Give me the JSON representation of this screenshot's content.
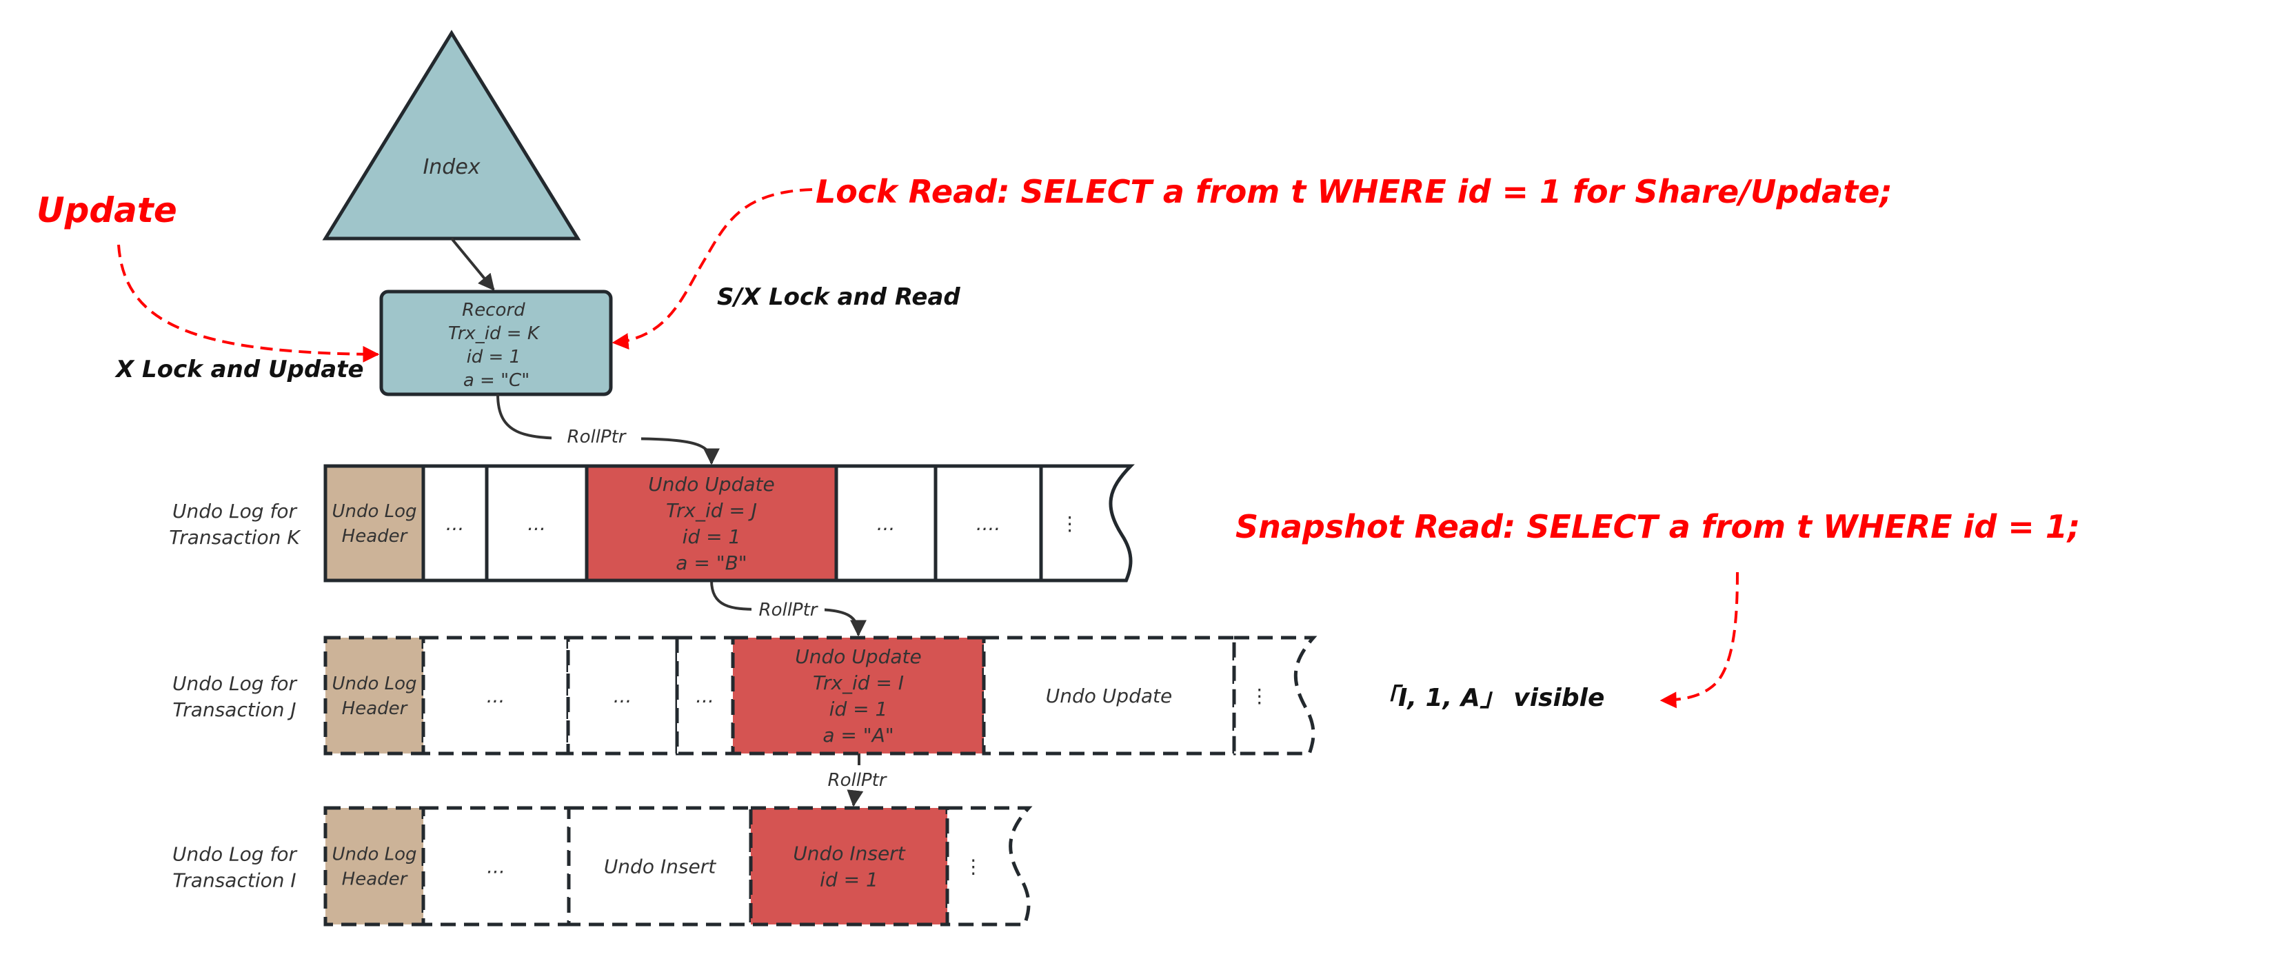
{
  "colors": {
    "index_fill": "#9fc5ca",
    "header_fill": "#ccb398",
    "undo_fill": "#d55452",
    "accent_red": "#ff0000",
    "ink": "#333333"
  },
  "index": {
    "label": "Index"
  },
  "record": {
    "lines": [
      "Record",
      "Trx_id = K",
      "id = 1",
      "a = \"C\""
    ]
  },
  "annotations": {
    "update": "Update",
    "x_lock": "X Lock and Update",
    "sx_lock": "S/X Lock and Read",
    "lock_read": "Lock Read: SELECT a from t WHERE id = 1 for Share/Update;",
    "snapshot_read": "Snapshot Read: SELECT a from t WHERE id = 1;",
    "visible": "「I, 1, A」 visible"
  },
  "rollptr_label": "RollPtr",
  "rows": [
    {
      "label": [
        "Undo Log for",
        "Transaction K"
      ],
      "style": "solid",
      "cells": [
        {
          "kind": "header",
          "lines": [
            "Undo Log",
            "Header"
          ]
        },
        {
          "kind": "plain",
          "lines": [
            "..."
          ]
        },
        {
          "kind": "plain",
          "lines": [
            "..."
          ]
        },
        {
          "kind": "undo",
          "lines": [
            "Undo Update",
            "Trx_id = J",
            "id = 1",
            "a = \"B\""
          ]
        },
        {
          "kind": "plain",
          "lines": [
            "..."
          ]
        },
        {
          "kind": "plain",
          "lines": [
            "...."
          ]
        },
        {
          "kind": "tail",
          "lines": [
            "⋮"
          ]
        }
      ]
    },
    {
      "label": [
        "Undo Log for",
        "Transaction J"
      ],
      "style": "dashed",
      "cells": [
        {
          "kind": "header",
          "lines": [
            "Undo Log",
            "Header"
          ]
        },
        {
          "kind": "plain",
          "lines": [
            "..."
          ]
        },
        {
          "kind": "plain",
          "lines": [
            "..."
          ]
        },
        {
          "kind": "plain",
          "lines": [
            "..."
          ]
        },
        {
          "kind": "undo",
          "lines": [
            "Undo Update",
            "Trx_id = I",
            "id = 1",
            "a = \"A\""
          ]
        },
        {
          "kind": "plain",
          "lines": [
            "Undo Update"
          ]
        },
        {
          "kind": "tail",
          "lines": [
            "⋮"
          ]
        }
      ]
    },
    {
      "label": [
        "Undo Log for",
        "Transaction I"
      ],
      "style": "dashed",
      "cells": [
        {
          "kind": "header",
          "lines": [
            "Undo Log",
            "Header"
          ]
        },
        {
          "kind": "plain",
          "lines": [
            "..."
          ]
        },
        {
          "kind": "plain",
          "lines": [
            "Undo Insert"
          ]
        },
        {
          "kind": "undo",
          "lines": [
            "Undo Insert",
            "id = 1"
          ]
        },
        {
          "kind": "tail",
          "lines": [
            "⋮"
          ]
        }
      ]
    }
  ]
}
